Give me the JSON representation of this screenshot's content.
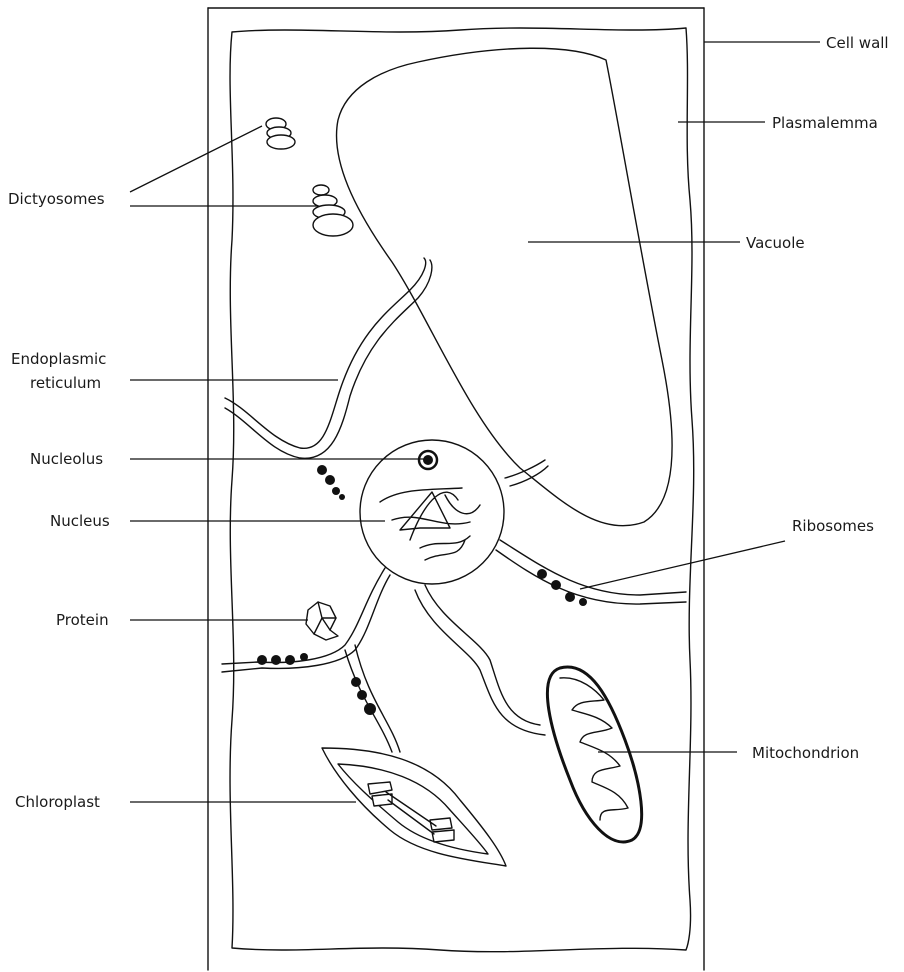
{
  "labels": {
    "cell_wall": "Cell wall",
    "plasmalemma": "Plasmalemma",
    "dictyosomes": "Dictyosomes",
    "vacuole": "Vacuole",
    "er_line1": "Endoplasmic",
    "er_line2": "reticulum",
    "nucleolus": "Nucleolus",
    "nucleus": "Nucleus",
    "ribosomes": "Ribosomes",
    "protein": "Protein",
    "mitochondrion": "Mitochondrion",
    "chloroplast": "Chloroplast"
  },
  "colors": {
    "stroke": "#111111",
    "background": "#ffffff",
    "text": "#1a1a1a"
  }
}
